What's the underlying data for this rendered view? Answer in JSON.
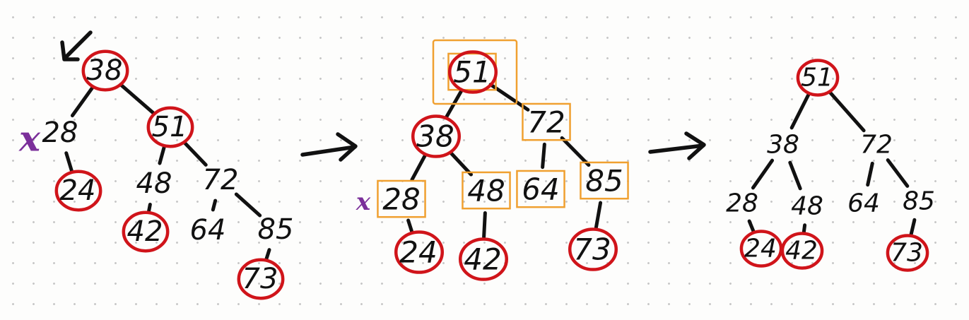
{
  "trees": [
    {
      "id": "before",
      "nodes": [
        {
          "id": "38",
          "label": "38",
          "ring": true
        },
        {
          "id": "28",
          "label": "28"
        },
        {
          "id": "51",
          "label": "51",
          "ring": true
        },
        {
          "id": "24",
          "label": "24",
          "ring": true
        },
        {
          "id": "48",
          "label": "48"
        },
        {
          "id": "72",
          "label": "72"
        },
        {
          "id": "42",
          "label": "42",
          "ring": true
        },
        {
          "id": "64",
          "label": "64"
        },
        {
          "id": "85",
          "label": "85"
        },
        {
          "id": "73",
          "label": "73",
          "ring": true
        }
      ],
      "edges": [
        [
          "38",
          "28"
        ],
        [
          "38",
          "51"
        ],
        [
          "28",
          "24"
        ],
        [
          "51",
          "48"
        ],
        [
          "51",
          "72"
        ],
        [
          "48",
          "42"
        ],
        [
          "72",
          "64"
        ],
        [
          "72",
          "85"
        ],
        [
          "85",
          "73"
        ]
      ],
      "marks": {
        "deleted": "x",
        "pointer": "↙"
      }
    },
    {
      "id": "rotated",
      "nodes": [
        {
          "id": "51",
          "label": "51",
          "ring": true,
          "box": true
        },
        {
          "id": "38",
          "label": "38",
          "ring": true
        },
        {
          "id": "72",
          "label": "72",
          "box": true
        },
        {
          "id": "28",
          "label": "28",
          "box": true
        },
        {
          "id": "48",
          "label": "48",
          "box": true
        },
        {
          "id": "64",
          "label": "64",
          "box": true
        },
        {
          "id": "85",
          "label": "85",
          "box": true
        },
        {
          "id": "24",
          "label": "24",
          "ring": true
        },
        {
          "id": "42",
          "label": "42",
          "ring": true
        },
        {
          "id": "73",
          "label": "73",
          "ring": true
        }
      ],
      "edges": [
        [
          "51",
          "38"
        ],
        [
          "51",
          "72"
        ],
        [
          "38",
          "28"
        ],
        [
          "38",
          "48"
        ],
        [
          "72",
          "64"
        ],
        [
          "72",
          "85"
        ],
        [
          "28",
          "24"
        ],
        [
          "48",
          "42"
        ],
        [
          "85",
          "73"
        ]
      ],
      "marks": {
        "deleted": "x"
      }
    },
    {
      "id": "after",
      "nodes": [
        {
          "id": "51",
          "label": "51",
          "ring": true
        },
        {
          "id": "38",
          "label": "38"
        },
        {
          "id": "72",
          "label": "72"
        },
        {
          "id": "28",
          "label": "28"
        },
        {
          "id": "48",
          "label": "48"
        },
        {
          "id": "64",
          "label": "64"
        },
        {
          "id": "85",
          "label": "85"
        },
        {
          "id": "24",
          "label": "24",
          "ring": true
        },
        {
          "id": "42",
          "label": "42",
          "ring": true
        },
        {
          "id": "73",
          "label": "73",
          "ring": true
        }
      ],
      "edges": [
        [
          "51",
          "38"
        ],
        [
          "51",
          "72"
        ],
        [
          "38",
          "28"
        ],
        [
          "38",
          "48"
        ],
        [
          "72",
          "64"
        ],
        [
          "72",
          "85"
        ],
        [
          "28",
          "24"
        ],
        [
          "48",
          "42"
        ],
        [
          "85",
          "73"
        ]
      ]
    }
  ],
  "colors": {
    "ink": "#111111",
    "ring": "#d0141a",
    "box": "#f0a030",
    "mark": "#7b2f9a",
    "dots": "#c7c7c7"
  }
}
